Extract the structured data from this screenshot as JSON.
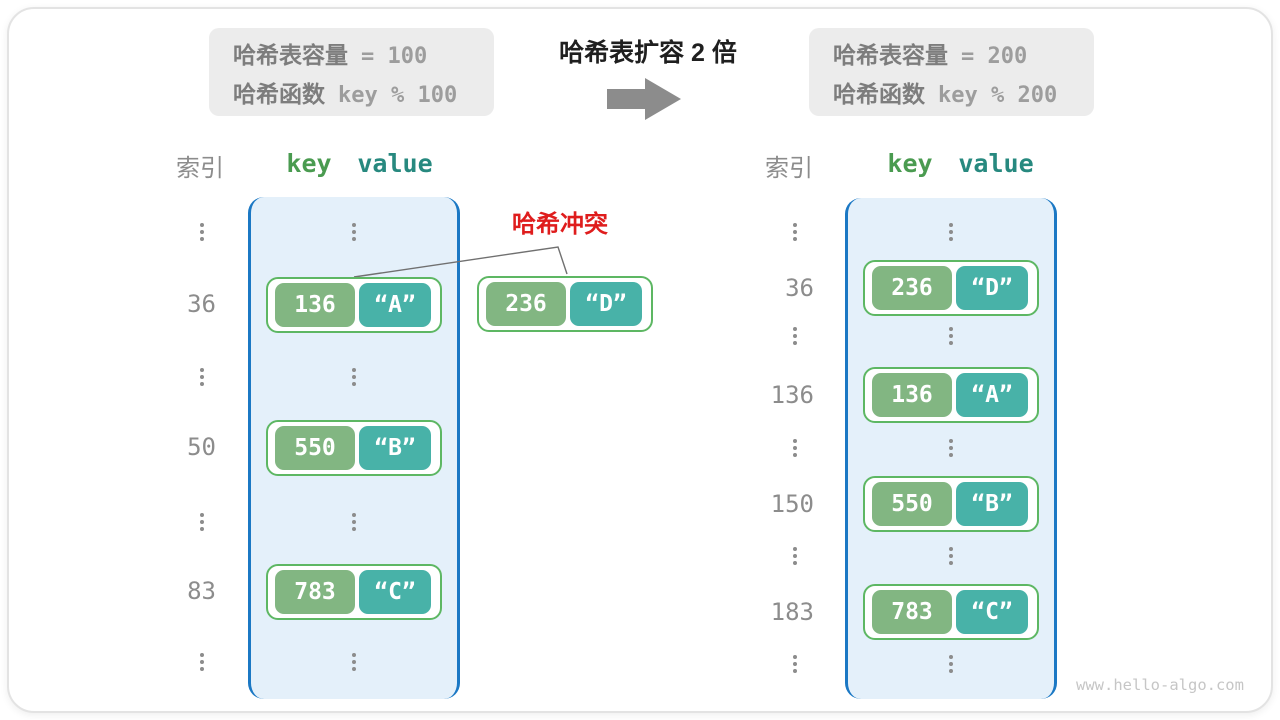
{
  "expansion": {
    "title": "哈希表扩容 2 倍"
  },
  "left_panel": {
    "info": {
      "capacity_label": "哈希表容量",
      "capacity_value": "= 100",
      "function_label": "哈希函数",
      "function_value": "key % 100"
    },
    "headers": {
      "index": "索引",
      "key": "key",
      "value": "value"
    },
    "entries": [
      {
        "index": "36",
        "key": "136",
        "value": "“A”"
      },
      {
        "index": "50",
        "key": "550",
        "value": "“B”"
      },
      {
        "index": "83",
        "key": "783",
        "value": "“C”"
      }
    ]
  },
  "collision": {
    "label": "哈希冲突",
    "pair": {
      "key": "236",
      "value": "“D”"
    }
  },
  "right_panel": {
    "info": {
      "capacity_label": "哈希表容量",
      "capacity_value": "= 200",
      "function_label": "哈希函数",
      "function_value": "key % 200"
    },
    "headers": {
      "index": "索引",
      "key": "key",
      "value": "value"
    },
    "entries": [
      {
        "index": "36",
        "key": "236",
        "value": "“D”"
      },
      {
        "index": "136",
        "key": "136",
        "value": "“A”"
      },
      {
        "index": "150",
        "key": "550",
        "value": "“B”"
      },
      {
        "index": "183",
        "key": "783",
        "value": "“C”"
      }
    ]
  },
  "watermark": "www.hello-algo.com",
  "colors": {
    "container_border": "#1b78c4",
    "container_fill": "#e4f0fa",
    "pair_border": "#5db763",
    "key_fill": "#82b682",
    "value_fill": "#48b2a8",
    "header_key_green": "#4a9b50",
    "header_value_teal": "#27897f",
    "collision_red": "#df1d1d",
    "gray_text": "#8c8c8c",
    "info_box_bg": "#ececec",
    "arrow_gray": "#8c8c8c"
  }
}
